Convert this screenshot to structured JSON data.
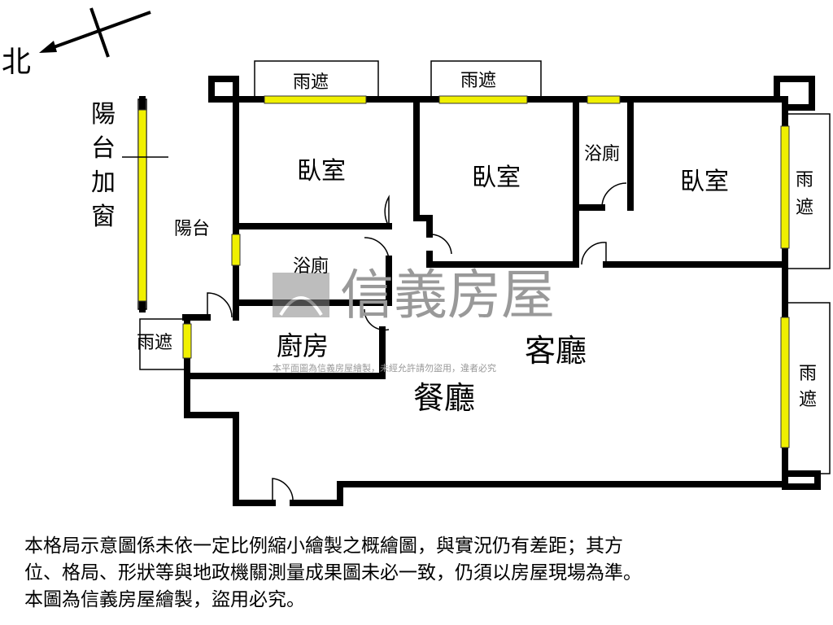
{
  "compass": {
    "label": "北"
  },
  "rooms": {
    "bedroom_1": "臥室",
    "bedroom_2": "臥室",
    "bedroom_3": "臥室",
    "bath_1": "浴廁",
    "bath_2": "浴廁",
    "balcony": "陽台",
    "balcony_window": [
      "陽",
      "台",
      "加",
      "窗"
    ],
    "kitchen": "廚房",
    "living": "客廳",
    "dining": "餐廳",
    "awning_top_1": "雨遮",
    "awning_top_2": "雨遮",
    "awning_left": "雨遮",
    "awning_right_1": [
      "雨",
      "遮"
    ],
    "awning_right_2": [
      "雨",
      "遮"
    ]
  },
  "watermark": {
    "brand": "信義房屋",
    "notice": "本平面圖為信義房屋繪製，未經允許請勿盜用，違者必究"
  },
  "footer": {
    "lines": [
      "本格局示意圖係未依一定比例縮小繪製之概繪圖，與實況仍有差距；其方",
      "位、格局、形狀等與地政機關測量成果圖未必一致，仍須以房屋現場為準。",
      "本圖為信義房屋繪製，盜用必究。"
    ]
  },
  "colors": {
    "wall": "#000000",
    "window": "#f0f000",
    "watermark": "#a0a0a0"
  }
}
